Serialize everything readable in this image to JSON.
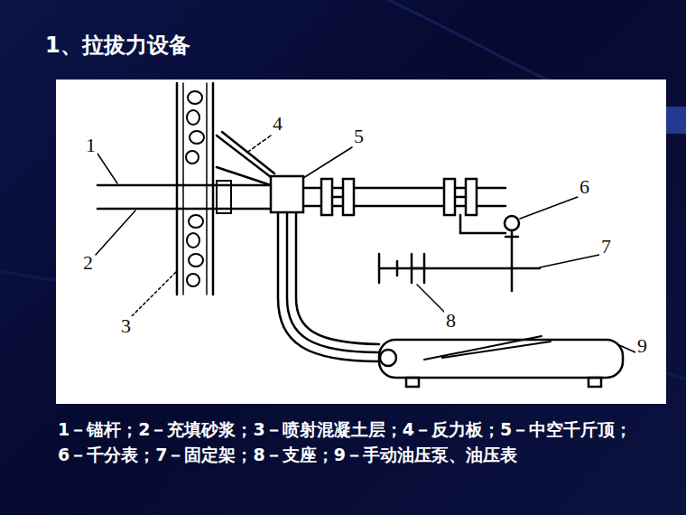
{
  "diagram": {
    "title": "1、拉拔力设备",
    "caption": "1－锚杆；2－充填砂浆；3－喷射混凝土层；4－反力板；5－中空千斤顶；6－千分表；7－固定架；8－支座；9－手动油压泵、油压表",
    "labels": [
      "1",
      "2",
      "3",
      "4",
      "5",
      "6",
      "7",
      "8",
      "9"
    ]
  }
}
